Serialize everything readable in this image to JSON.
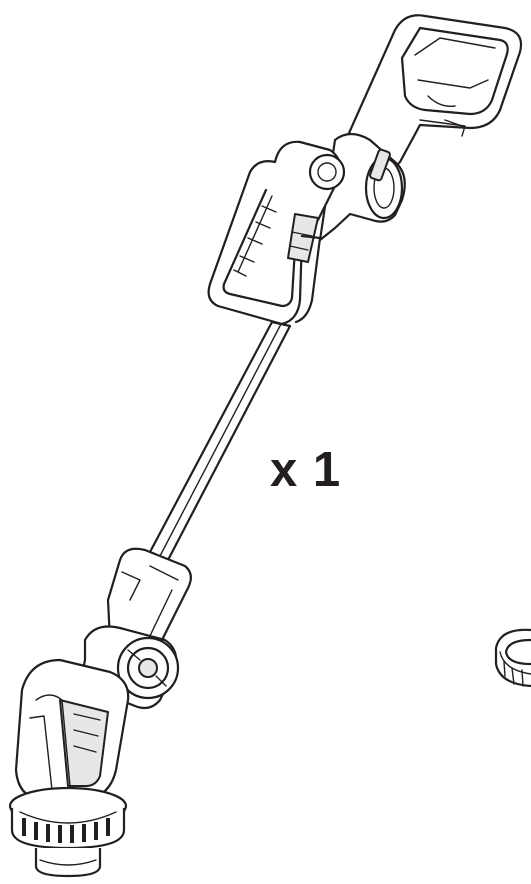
{
  "diagram": {
    "quantity_label": "x 1"
  },
  "icons": {
    "trimmer": "string-trimmer-illustration",
    "part": "spool-cap-partial-illustration"
  },
  "colors": {
    "line": "#231f20",
    "background": "#ffffff",
    "shade": "#e7e7e8"
  }
}
